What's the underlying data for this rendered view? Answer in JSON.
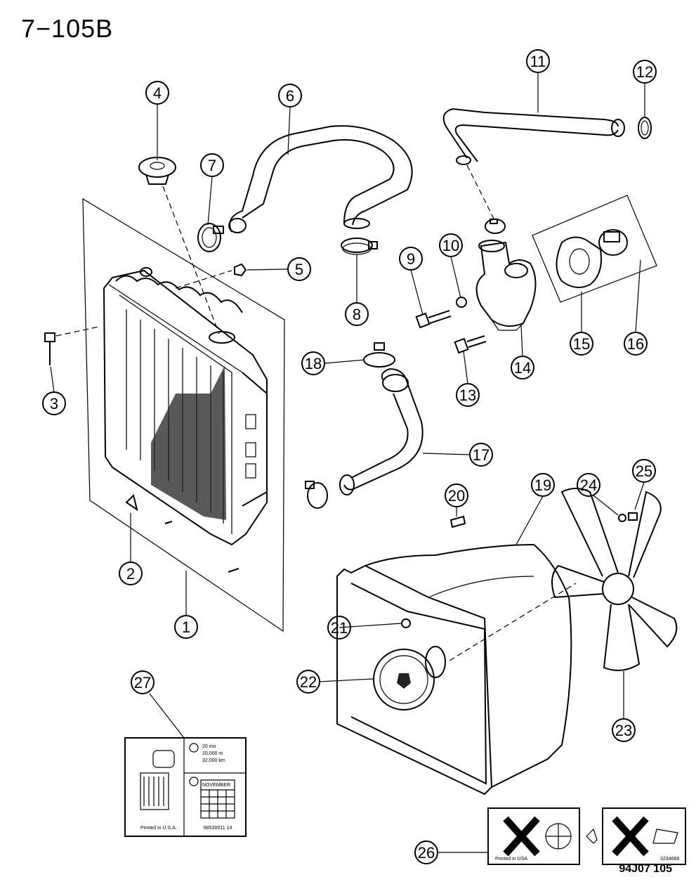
{
  "page_title": "7−105B",
  "footer_code": "94J07  105",
  "callouts": [
    "1",
    "2",
    "3",
    "4",
    "5",
    "6",
    "7",
    "8",
    "9",
    "10",
    "11",
    "12",
    "13",
    "14",
    "15",
    "16",
    "17",
    "18",
    "19",
    "20",
    "21",
    "22",
    "23",
    "24",
    "25",
    "26",
    "27"
  ],
  "label_27": {
    "item1": "20 mo\n20,000 m\n32,000 km",
    "item2_month": "NOVEMBER",
    "printed": "Printed in U.S.A.",
    "part_no": "68530011 14"
  },
  "label_26": {
    "printed": "Printed in USA",
    "part_no": "3234666"
  }
}
